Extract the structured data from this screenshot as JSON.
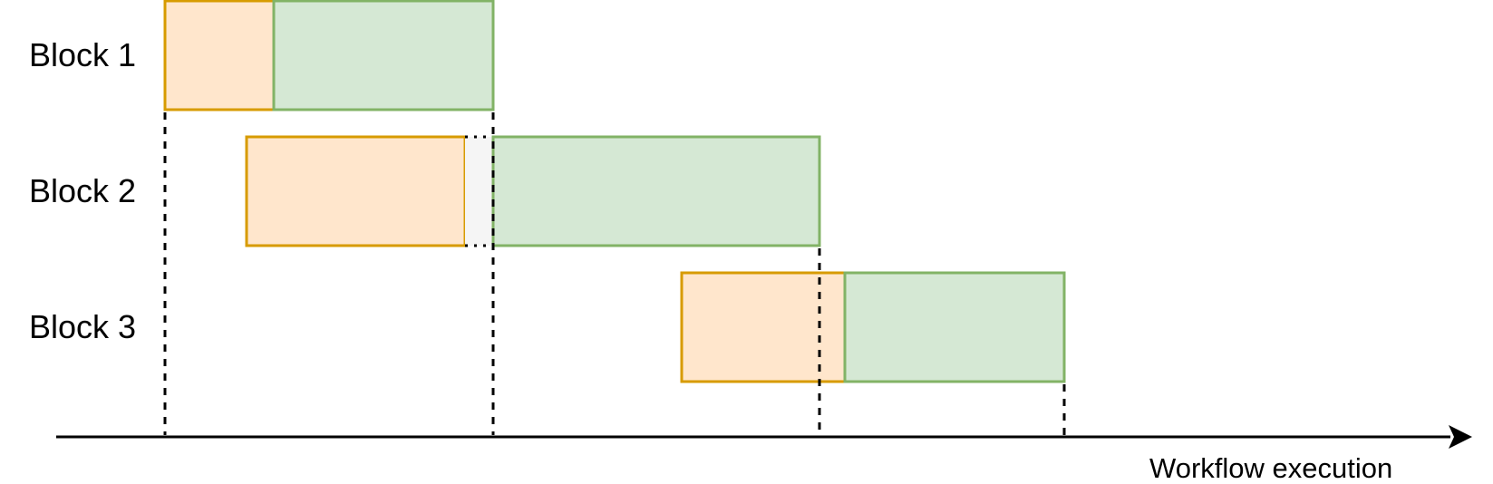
{
  "diagram": {
    "blocks": [
      {
        "label": "Block 1"
      },
      {
        "label": "Block 2"
      },
      {
        "label": "Block 3"
      }
    ],
    "axis_label": "Workflow execution"
  },
  "colors": {
    "orange_fill": "#FFE6CC",
    "orange_stroke": "#D79B00",
    "green_fill": "#D5E8D4",
    "green_stroke": "#82B366",
    "gray_fill": "#F5F5F5",
    "line": "#000000"
  }
}
